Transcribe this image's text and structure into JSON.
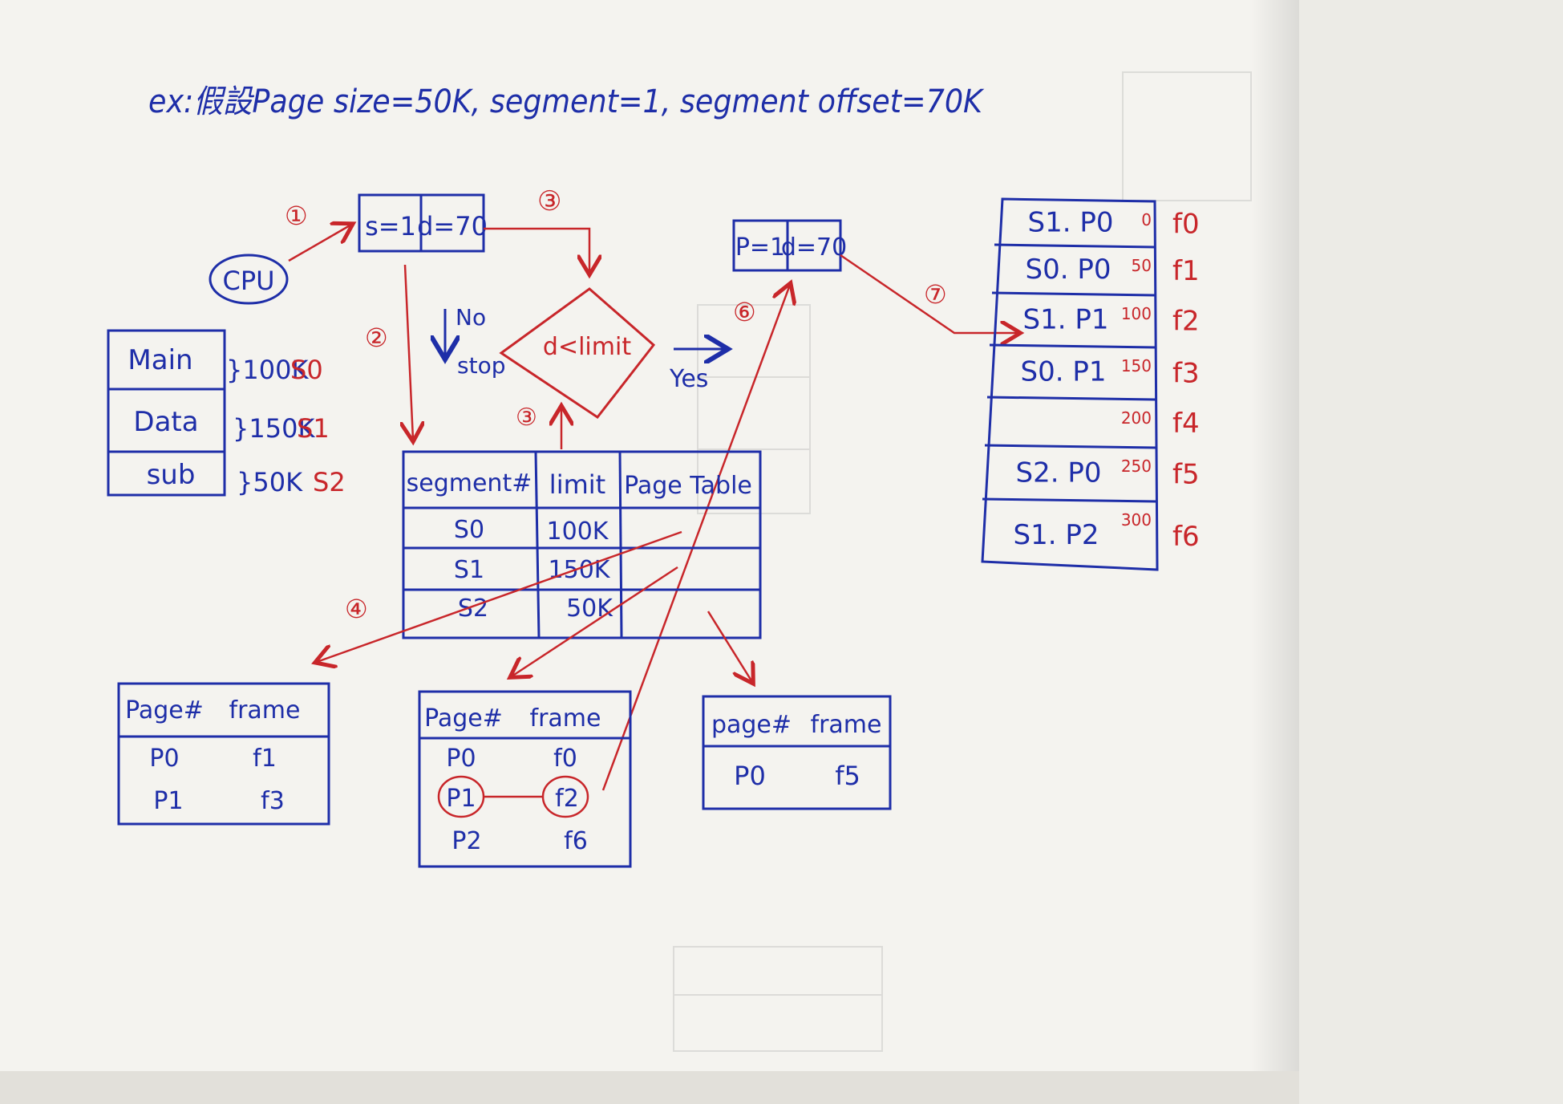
{
  "title": "ex:假設Page size=50K, segment=1, segment offset=70K",
  "cpu": {
    "label": "CPU"
  },
  "logical_address": {
    "s": "s=1",
    "d": "d=70"
  },
  "physical_input": {
    "p": "P=1",
    "d": "d=70"
  },
  "decision": {
    "label": "d<limit",
    "no_label": "No",
    "stop_label": "stop",
    "yes_label": "Yes"
  },
  "steps": [
    "①",
    "②",
    "③",
    "③",
    "④",
    "⑥",
    "⑦"
  ],
  "segments": [
    {
      "name": "Main",
      "size": "}100K",
      "id": "S0"
    },
    {
      "name": "Data",
      "size": "}150K",
      "id": "S1"
    },
    {
      "name": "sub",
      "size": "}50K",
      "id": "S2"
    }
  ],
  "segment_table": {
    "headers": [
      "segment#",
      "limit",
      "Page Table"
    ],
    "rows": [
      [
        "S0",
        "100K"
      ],
      [
        "S1",
        "150K"
      ],
      [
        "S2",
        "50K"
      ]
    ]
  },
  "page_tables": [
    {
      "headers": [
        "Page#",
        "frame"
      ],
      "rows": [
        [
          "P0",
          "f1"
        ],
        [
          "P1",
          "f3"
        ]
      ]
    },
    {
      "headers": [
        "Page#",
        "frame"
      ],
      "rows": [
        [
          "P0",
          "f0"
        ],
        [
          "P1",
          "f2"
        ],
        [
          "P2",
          "f6"
        ]
      ]
    },
    {
      "headers": [
        "page#",
        "frame"
      ],
      "rows": [
        [
          "P0",
          "f5"
        ]
      ]
    }
  ],
  "memory": [
    {
      "content": "S1. P0",
      "addr": "0",
      "frame": "f0"
    },
    {
      "content": "S0. P0",
      "addr": "50",
      "frame": "f1"
    },
    {
      "content": "S1. P1",
      "addr": "100",
      "frame": "f2"
    },
    {
      "content": "S0. P1",
      "addr": "150",
      "frame": "f3"
    },
    {
      "content": "",
      "addr": "200",
      "frame": "f4"
    },
    {
      "content": "S2. P0",
      "addr": "250",
      "frame": "f5"
    },
    {
      "content": "S1. P2",
      "addr": "300",
      "frame": "f6"
    }
  ],
  "colors": {
    "ink_blue": "#1e2ea8",
    "ink_red": "#c8262a",
    "paper": "#f4f3ef"
  }
}
